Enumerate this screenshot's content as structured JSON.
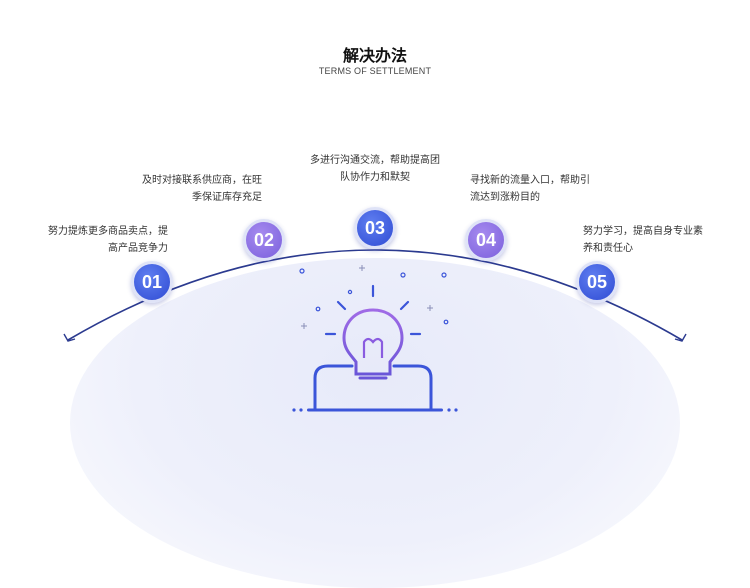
{
  "header": {
    "title": "解决办法",
    "subtitle": "TERMS OF SETTLEMENT"
  },
  "steps": [
    {
      "number": "01",
      "text": "努力提炼更多商品卖点，提高产品竞争力"
    },
    {
      "number": "02",
      "text": "及时对接联系供应商，在旺季保证库存充足"
    },
    {
      "number": "03",
      "text": "多进行沟通交流，帮助提高团队协作力和默契"
    },
    {
      "number": "04",
      "text": "寻找新的流量入口，帮助引流达到涨粉目的"
    },
    {
      "number": "05",
      "text": "努力学习，提高自身专业素养和责任心"
    }
  ],
  "colors": {
    "arc": "#2b3a8f",
    "blue_step": "#2f4bd3",
    "purple_step": "#7a5fdc",
    "bulb_outline": "#3b55d9",
    "bulb_inner": "#8a5ce0"
  },
  "icons": [
    "lightbulb-icon",
    "person-icon"
  ]
}
